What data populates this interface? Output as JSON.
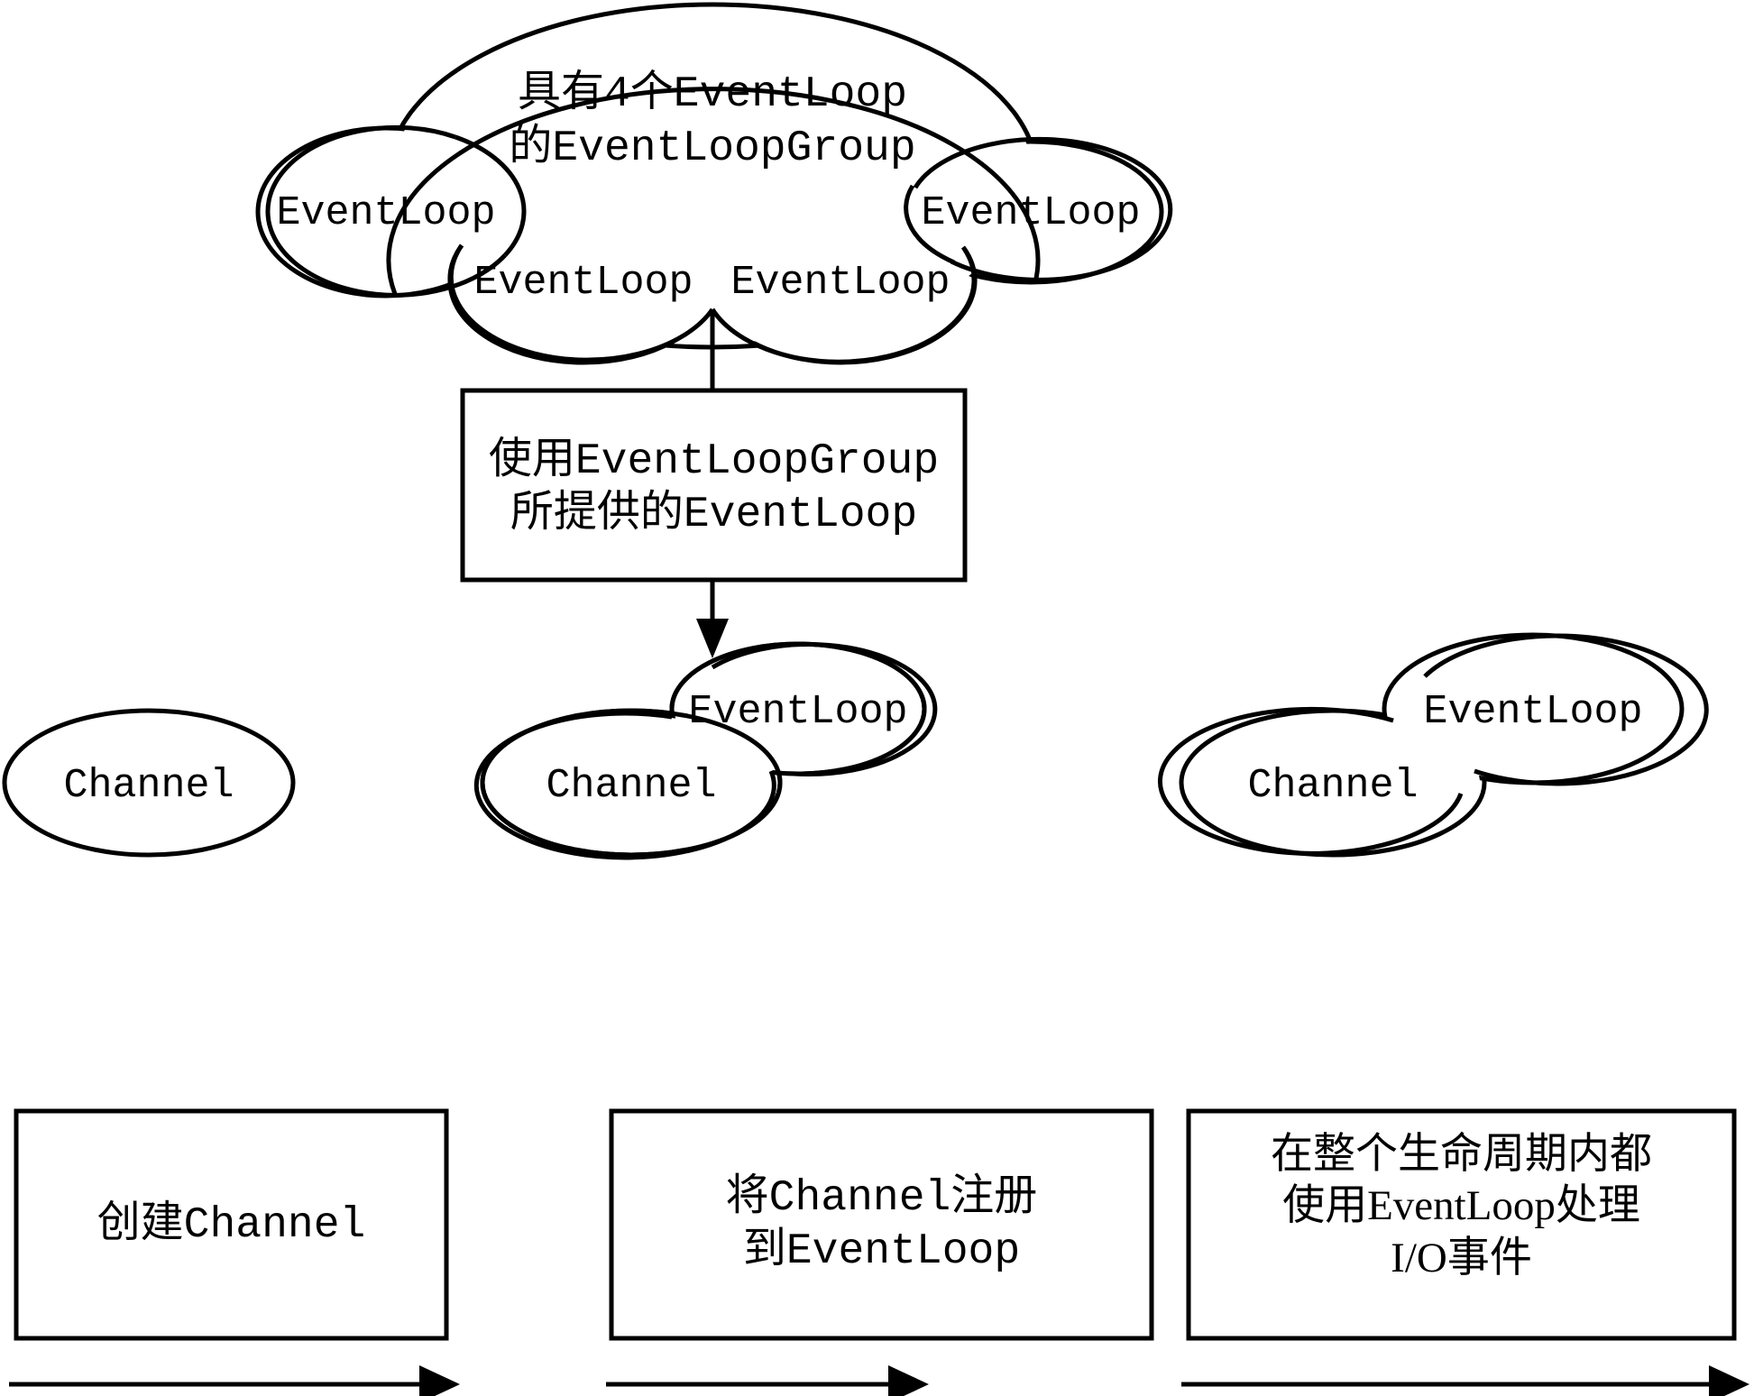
{
  "diagram": {
    "title_text": "Netty EventLoopGroup / EventLoop / Channel lifecycle",
    "colors": {
      "stroke": "#000000",
      "fill": "#ffffff",
      "background": "#ffffff"
    },
    "cloud": {
      "label": "具有4个EventLoop\n的EventLoopGroup",
      "event_loops": [
        {
          "label": "EventLoop"
        },
        {
          "label": "EventLoop"
        },
        {
          "label": "EventLoop"
        },
        {
          "label": "EventLoop"
        }
      ]
    },
    "middle_box": {
      "label": "使用EventLoopGroup\n所提供的EventLoop"
    },
    "stages": [
      {
        "caption": "创建Channel",
        "ellipses": [
          {
            "label": "Channel"
          }
        ]
      },
      {
        "caption": "将Channel注册\n到EventLoop",
        "ellipses": [
          {
            "label": "Channel"
          },
          {
            "label": "EventLoop"
          }
        ]
      },
      {
        "caption": "在整个生命周期内都\n使用EventLoop处理\nI/O事件",
        "ellipses": [
          {
            "label": "Channel"
          },
          {
            "label": "EventLoop"
          }
        ]
      }
    ],
    "timeline_arrows": [
      {
        "name": "stage-1-timeline-arrow"
      },
      {
        "name": "stage-2-timeline-arrow"
      },
      {
        "name": "stage-3-timeline-arrow"
      }
    ]
  }
}
